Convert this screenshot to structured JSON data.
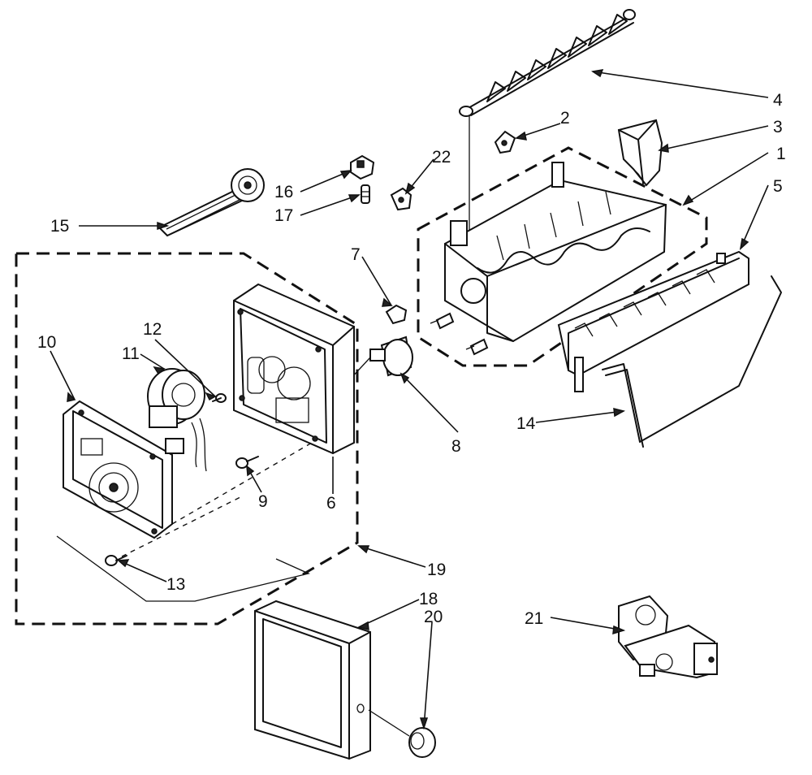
{
  "diagram": {
    "callouts": [
      {
        "id": "1",
        "label": "1"
      },
      {
        "id": "2",
        "label": "2"
      },
      {
        "id": "3",
        "label": "3"
      },
      {
        "id": "4",
        "label": "4"
      },
      {
        "id": "5",
        "label": "5"
      },
      {
        "id": "6",
        "label": "6"
      },
      {
        "id": "7",
        "label": "7"
      },
      {
        "id": "8",
        "label": "8"
      },
      {
        "id": "9",
        "label": "9"
      },
      {
        "id": "10",
        "label": "10"
      },
      {
        "id": "11",
        "label": "11"
      },
      {
        "id": "12",
        "label": "12"
      },
      {
        "id": "13",
        "label": "13"
      },
      {
        "id": "14",
        "label": "14"
      },
      {
        "id": "15",
        "label": "15"
      },
      {
        "id": "16",
        "label": "16"
      },
      {
        "id": "17",
        "label": "17"
      },
      {
        "id": "18",
        "label": "18"
      },
      {
        "id": "19",
        "label": "19"
      },
      {
        "id": "20",
        "label": "20"
      },
      {
        "id": "21",
        "label": "21"
      },
      {
        "id": "22",
        "label": "22"
      }
    ],
    "line_color": "#111111",
    "background": "#ffffff"
  }
}
